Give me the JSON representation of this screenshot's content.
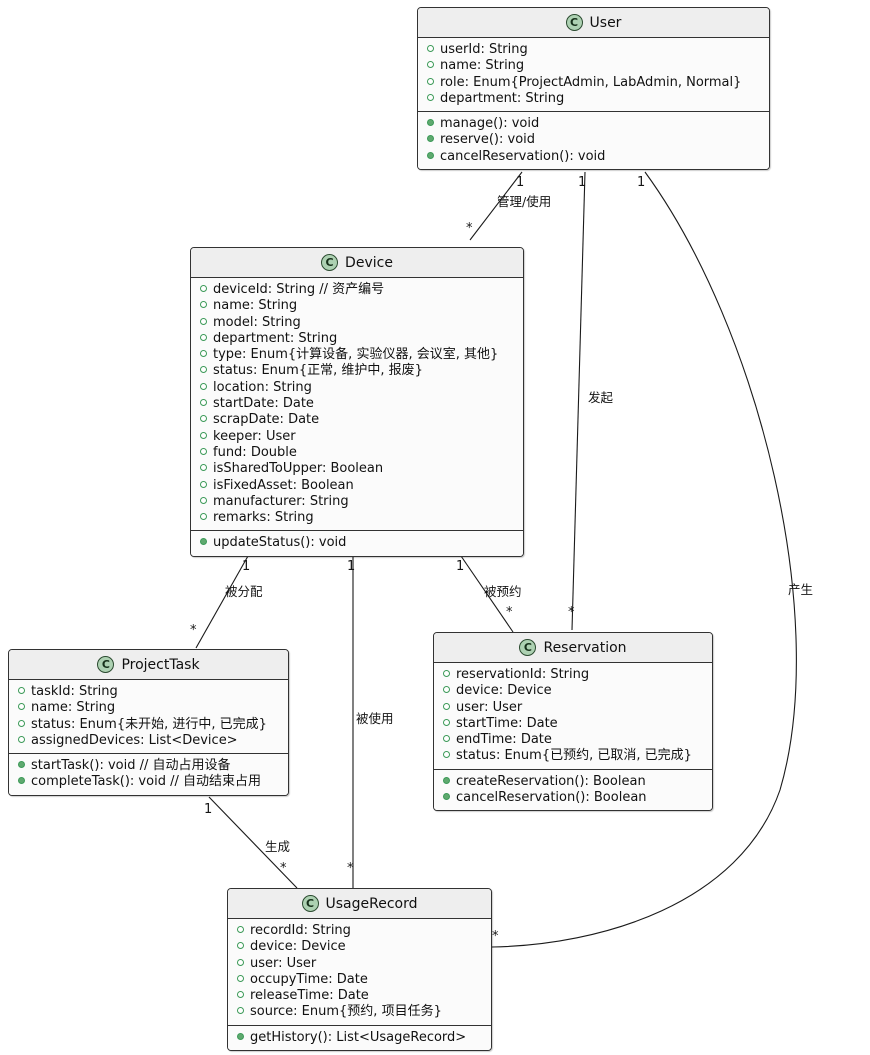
{
  "diagram": {
    "kind": "uml-class-diagram",
    "colors": {
      "header_bg": "#EEEEEE",
      "body_bg": "#FBFBFB",
      "border": "#323232",
      "icon_fill": "#ADD1B2",
      "attribute_marker": "#FFFFFF",
      "method_marker": "#5FA96F",
      "edge": "#1A1A1A"
    },
    "class_icon_letter": "C"
  },
  "classes": [
    {
      "id": "user",
      "name": "User",
      "attributes": [
        "userId: String",
        "name: String",
        "role: Enum{ProjectAdmin, LabAdmin, Normal}",
        "department: String"
      ],
      "methods": [
        "manage(): void",
        "reserve(): void",
        "cancelReservation(): void"
      ]
    },
    {
      "id": "device",
      "name": "Device",
      "attributes": [
        "deviceId: String  // 资产编号",
        "name: String",
        "model: String",
        "department: String",
        "type: Enum{计算设备, 实验仪器, 会议室, 其他}",
        "status: Enum{正常, 维护中, 报废}",
        "location: String",
        "startDate: Date",
        "scrapDate: Date",
        "keeper: User",
        "fund: Double",
        "isSharedToUpper: Boolean",
        "isFixedAsset: Boolean",
        "manufacturer: String",
        "remarks: String"
      ],
      "methods": [
        "updateStatus(): void"
      ]
    },
    {
      "id": "projecttask",
      "name": "ProjectTask",
      "attributes": [
        "taskId: String",
        "name: String",
        "status: Enum{未开始, 进行中, 已完成}",
        "assignedDevices: List<Device>"
      ],
      "methods": [
        "startTask(): void  // 自动占用设备",
        "completeTask(): void  // 自动结束占用"
      ]
    },
    {
      "id": "reservation",
      "name": "Reservation",
      "attributes": [
        "reservationId: String",
        "device: Device",
        "user: User",
        "startTime: Date",
        "endTime: Date",
        "status: Enum{已预约, 已取消, 已完成}"
      ],
      "methods": [
        "createReservation(): Boolean",
        "cancelReservation(): Boolean"
      ]
    },
    {
      "id": "usagerecord",
      "name": "UsageRecord",
      "attributes": [
        "recordId: String",
        "device: Device",
        "user: User",
        "occupyTime: Date",
        "releaseTime: Date",
        "source: Enum{预约, 项目任务}"
      ],
      "methods": [
        "getHistory(): List<UsageRecord>"
      ]
    }
  ],
  "relationships": [
    {
      "id": "user-device",
      "from": "User",
      "to": "Device",
      "label": "管理/使用",
      "from_mult": "1",
      "to_mult": "*"
    },
    {
      "id": "user-reservation",
      "from": "User",
      "to": "Reservation",
      "label": "发起",
      "from_mult": "1",
      "to_mult": "*"
    },
    {
      "id": "user-usagerecord",
      "from": "User",
      "to": "UsageRecord",
      "label": "产生",
      "from_mult": "1",
      "to_mult": "*"
    },
    {
      "id": "device-projecttask",
      "from": "Device",
      "to": "ProjectTask",
      "label": "被分配",
      "from_mult": "1",
      "to_mult": "*"
    },
    {
      "id": "device-usagerecord",
      "from": "Device",
      "to": "UsageRecord",
      "label": "被使用",
      "from_mult": "1",
      "to_mult": "*"
    },
    {
      "id": "device-reservation",
      "from": "Device",
      "to": "Reservation",
      "label": "被预约",
      "from_mult": "1",
      "to_mult": "*"
    },
    {
      "id": "projecttask-usagerecord",
      "from": "ProjectTask",
      "to": "UsageRecord",
      "label": "生成",
      "from_mult": "1",
      "to_mult": "*"
    }
  ],
  "edge_labels": {
    "manage_use": "管理/使用",
    "initiate": "发起",
    "produce": "产生",
    "assigned": "被分配",
    "used": "被使用",
    "reserved": "被预约",
    "generate": "生成"
  },
  "multiplicities": {
    "one": "1",
    "many": "*"
  }
}
